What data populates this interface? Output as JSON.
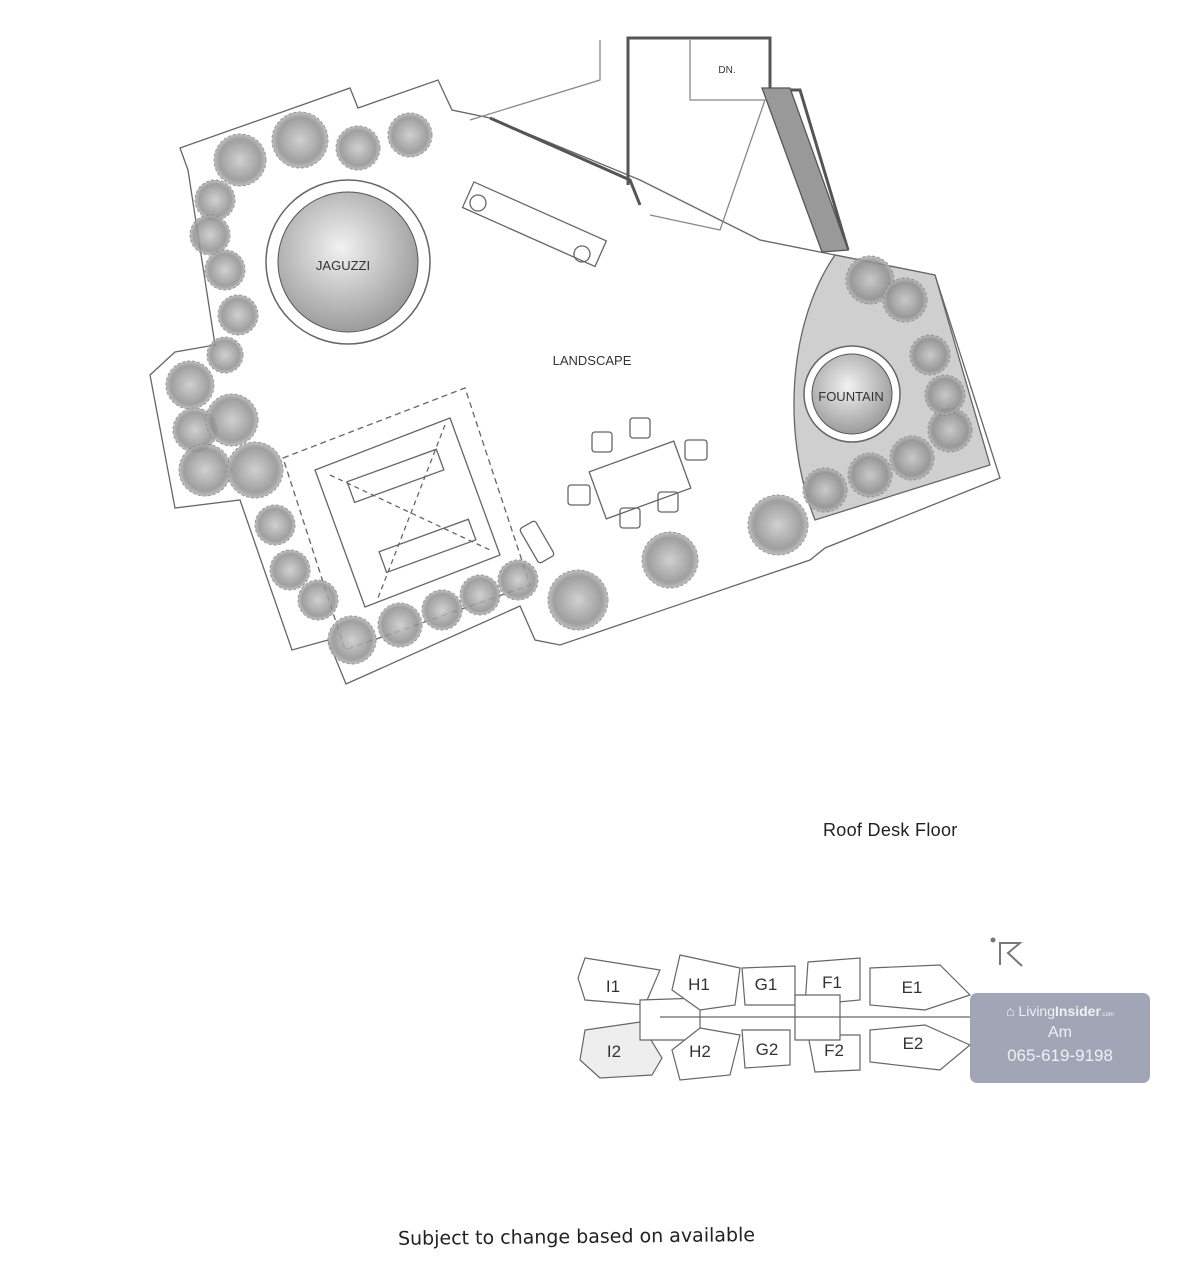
{
  "plan": {
    "title": "Roof Desk Floor",
    "areas": {
      "jacuzzi": "JAGUZZI",
      "landscape": "LANDSCAPE",
      "fountain": "FOUNTAIN",
      "stairs": "DN."
    }
  },
  "key_plan": {
    "units_top": [
      "I1",
      "H1",
      "G1",
      "F1",
      "E1"
    ],
    "units_bottom": [
      "I2",
      "H2",
      "G2",
      "F2",
      "E2"
    ],
    "highlighted_unit": "I2"
  },
  "watermark": {
    "brand_light": "Living",
    "brand_bold": "Insider",
    "brand_suffix": ".com",
    "agent": "Am",
    "phone": "065-619-9198"
  },
  "footer": "Subject to change based on available",
  "colors": {
    "line": "#555555",
    "tree": "#9a9a9a",
    "watermark": "#8c91a5"
  }
}
